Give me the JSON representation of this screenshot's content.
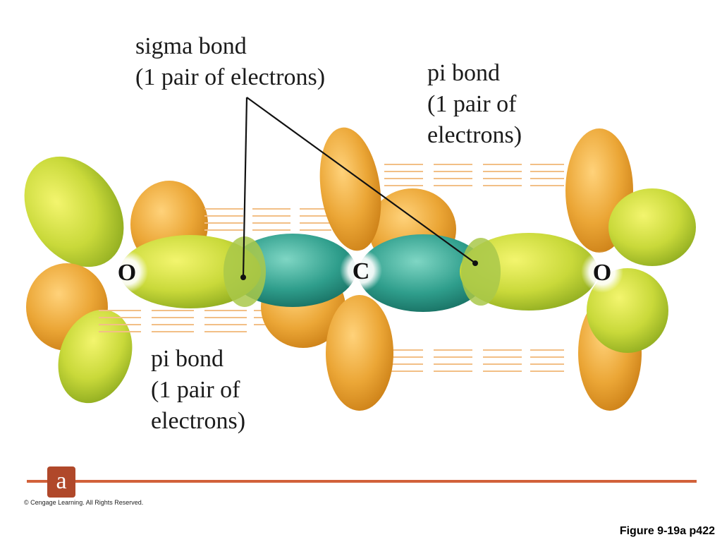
{
  "labels": {
    "sigma": {
      "line1": "sigma bond",
      "line2": "(1 pair of electrons)"
    },
    "pi_top": {
      "line1": "pi bond",
      "line2": "(1 pair of",
      "line3": "electrons)"
    },
    "pi_bottom": {
      "line1": "pi bond",
      "line2": "(1 pair of",
      "line3": "electrons)"
    }
  },
  "atoms": [
    {
      "id": "oxygen-left",
      "symbol": "O"
    },
    {
      "id": "carbon",
      "symbol": "C"
    },
    {
      "id": "oxygen-right",
      "symbol": "O"
    }
  ],
  "panel": {
    "letter": "a"
  },
  "copyright": "© Cengage Learning. All Rights Reserved.",
  "figure_ref": "Figure 9-19a p422",
  "colors": {
    "orange_lobe": "#e8a52e",
    "yellow_green_lobe": "#c8d83a",
    "teal_sigma": "#2f9e8c",
    "rule": "#d2613a",
    "badge": "#b0482a",
    "dashes": "#f0b872"
  }
}
